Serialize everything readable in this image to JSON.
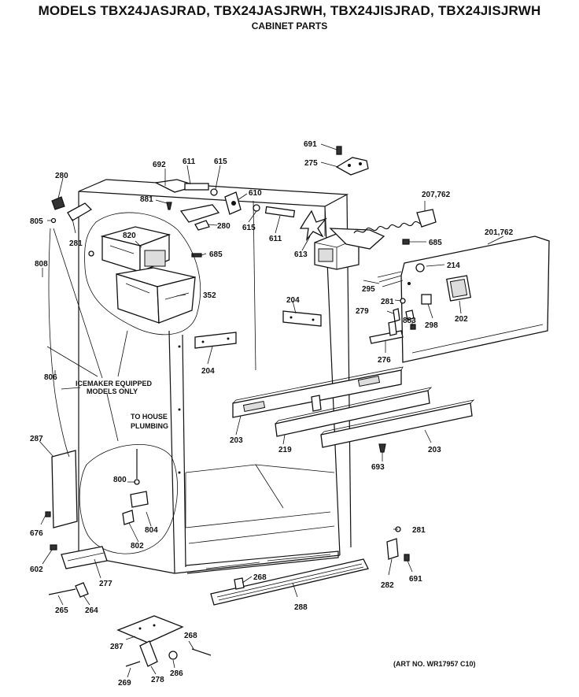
{
  "header": {
    "title": "MODELS TBX24JASJRAD, TBX24JASJRWH, TBX24JISJRAD, TBX24JISJRWH",
    "subtitle": "CABINET PARTS"
  },
  "notes": {
    "icemaker_line1": "ICEMAKER EQUIPPED",
    "icemaker_line2": "MODELS ONLY",
    "plumbing_line1": "TO HOUSE",
    "plumbing_line2": "PLUMBING",
    "art_number": "(ART NO. WR17957 C10)"
  },
  "callouts": {
    "c691_top": "691",
    "c275": "275",
    "c692": "692",
    "c611_top": "611",
    "c615_top": "615",
    "c610": "610",
    "c881": "881",
    "c280_left": "280",
    "c280_mid": "280",
    "c615_mid": "615",
    "c611_mid": "611",
    "c613": "613",
    "c207_762": "207,762",
    "c685_right": "685",
    "c201_762": "201,762",
    "c805": "805",
    "c281_left": "281",
    "c820": "820",
    "c685_left": "685",
    "c808": "808",
    "c352": "352",
    "c214": "214",
    "c295": "295",
    "c281_mid": "281",
    "c279": "279",
    "c883": "883",
    "c298": "298",
    "c202": "202",
    "c204_left": "204",
    "c204_right": "204",
    "c276": "276",
    "c806": "806",
    "c287_left": "287",
    "c203_left": "203",
    "c219": "219",
    "c203_right": "203",
    "c693": "693",
    "c800": "800",
    "c804": "804",
    "c802": "802",
    "c676": "676",
    "c602": "602",
    "c281_right": "281",
    "c282": "282",
    "c691_bottom": "691",
    "c277": "277",
    "c268": "268",
    "c265": "265",
    "c264": "264",
    "c288": "288",
    "c287_bottom": "287",
    "c268_bottom": "268",
    "c286": "286",
    "c269": "269",
    "c278": "278"
  }
}
